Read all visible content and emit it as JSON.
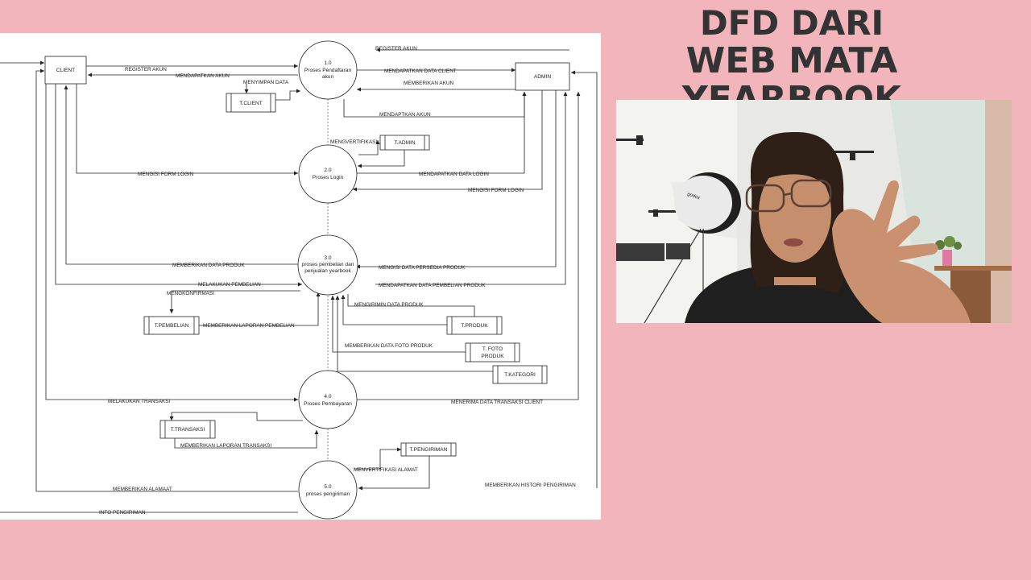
{
  "slide": {
    "title_line1": "DFD DARI",
    "title_line2": "WEB MATA YEARBOOK"
  },
  "diagram": {
    "entities": {
      "client": "CLIENT",
      "admin": "ADMIN"
    },
    "processes": {
      "p1": {
        "num": "1.0",
        "l1": "Proses Pendaftaran",
        "l2": "akun"
      },
      "p2": {
        "num": "2.0",
        "l1": "Proses Login"
      },
      "p3": {
        "num": "3.0",
        "l1": "proses pembelian dan",
        "l2": "penjualan yearbook"
      },
      "p4": {
        "num": "4.0",
        "l1": "Proses Pembayaran"
      },
      "p5": {
        "num": "5.0",
        "l1": "proses pengiriman"
      }
    },
    "stores": {
      "client": "T.CLIENT",
      "admin": "T.ADMIN",
      "pembelian": "T.PEMBELIAN",
      "produk": "T.PRODUK",
      "foto_l1": "T. FOTO",
      "foto_l2": "PRODUK",
      "kategori": "T.KATEGORI",
      "transaksi": "T.TRANSAKSI",
      "pengiriman": "T.PENGIRIMAN"
    },
    "flows": {
      "register_akun_1": "REGISTER AKUN",
      "mendapatkan_akun": "MENDAPATKAN AKUN",
      "menyimpan_data": "MENYIMPAN DATA",
      "register_akun_2": "REGISTER AKUN",
      "mendapatkan_data_client": "MENDAPATKAN DATA CLIENT",
      "memberikan_akun": "MEMBERIKAN AKUN",
      "mendaptkan_akun": "MENDAPTKAN AKUN",
      "mengvertifikasi": "MENGVERTIFIKASI",
      "mengisi_form_login_1": "MENGISI FORM LOGIN",
      "mendapatkan_data_login": "MENDAPATKAN DATA LOGIN",
      "mengisi_form_login_2": "MENGISI FORM LOGIN",
      "memberikan_data_produk": "MEMBERIKAN DATA PRODUK",
      "melakukan_pembelian": "MELAKUKAN PEMBELIAN",
      "mengisi_data_persedia": "MENGISI DATA PERSEDIA PRODUK",
      "mendapatkan_data_pembelian": "MENDAPATKAN DATA PEMBELIAN PRODUK",
      "mengkonfirmasi": "MENGKONFIRMASI",
      "mengirimin_data_produk": "MENGIRIMIN DATA PRODUK",
      "memberikan_laporan_pembelian": "MEMBERIKAN LAPORAN PEMBELIAN",
      "memberikan_data_foto": "MEMBERIKAN DATA FOTO PRODUK",
      "melakukan_transaksi": "MELAKUKAN TRANSAKSI",
      "menerima_data_transaksi": "MENERIMA DATA TRANSAKSI CLIENT",
      "memberikan_laporan_transaksi": "MEMBERIKAN LAPORAN TRANSAKSI",
      "menvertifikasi_alamat": "MENVERTIFIKASI ALAMAT",
      "memberikan_alamaat": "MEMBERIKAN ALAMAAT",
      "memberikan_histori": "MEMBERIKAN HISTORI PENGIRIMAN",
      "info_pengiriman": "INFO PENGIRIMAN"
    }
  },
  "video": {
    "softbox_brand": "godox"
  }
}
